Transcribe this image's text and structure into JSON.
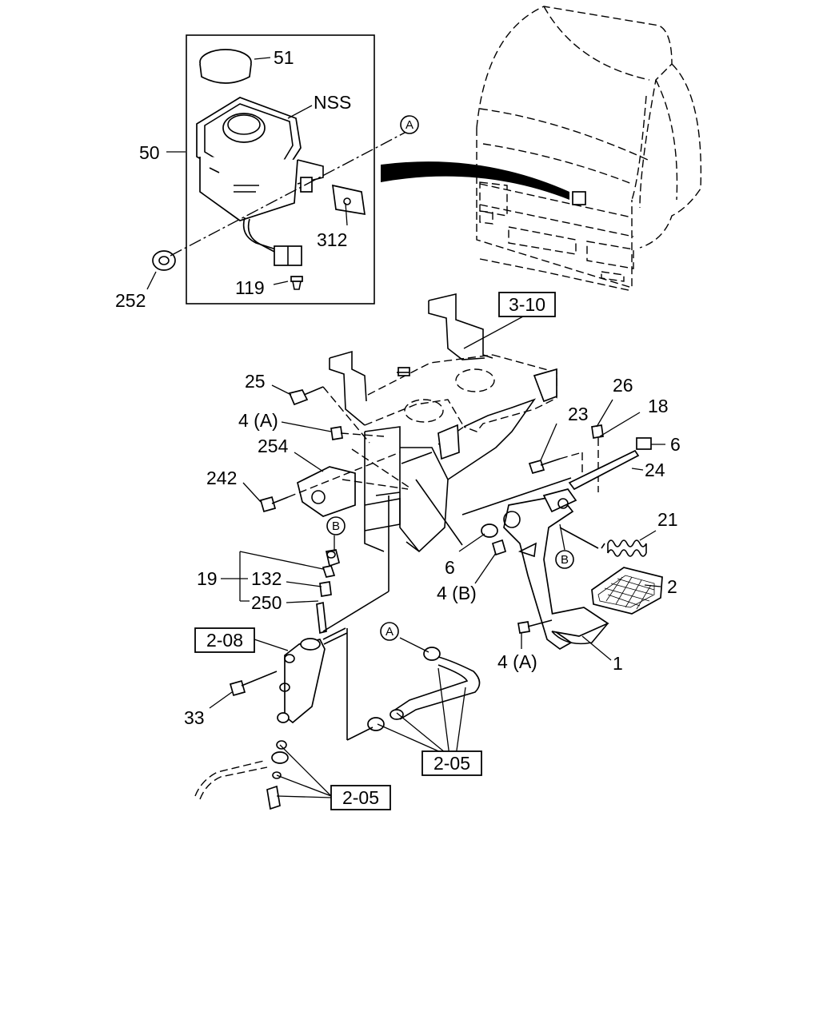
{
  "labels": {
    "l51": "51",
    "nss": "NSS",
    "l50": "50",
    "l312": "312",
    "l252": "252",
    "l119": "119",
    "l3_10": "3-10",
    "l25": "25",
    "l4a_top": "4 (A)",
    "l254": "254",
    "l242": "242",
    "l19": "19",
    "l132": "132",
    "l250": "250",
    "l2_08": "2-08",
    "l33": "33",
    "l26": "26",
    "l18": "18",
    "l23": "23",
    "l6_right": "6",
    "l24": "24",
    "l21": "21",
    "l2": "2",
    "l6_mid": "6",
    "l4b": "4 (B)",
    "l4a_bottom": "4 (A)",
    "l1": "1",
    "l2_05_mid": "2-05",
    "l2_05_bottom": "2-05"
  },
  "markers": {
    "a_top": "A",
    "a_bottom": "A",
    "b_left": "B",
    "b_right": "B"
  }
}
